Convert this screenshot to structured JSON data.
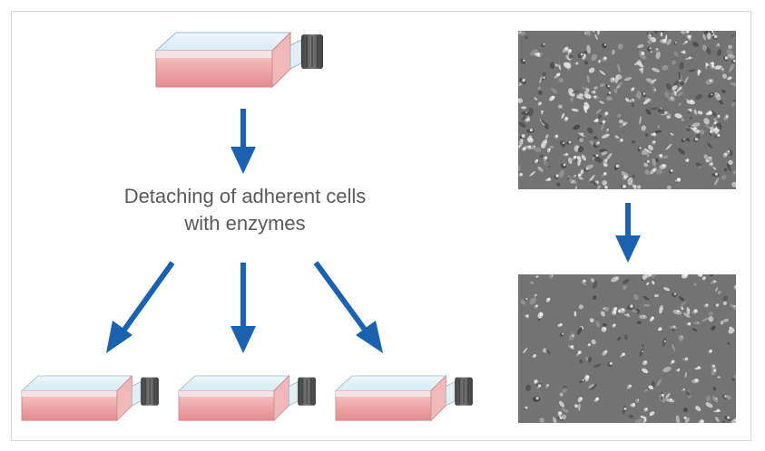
{
  "caption": {
    "line1": "Detaching of adherent cells",
    "line2": "with enzymes"
  },
  "colors": {
    "arrow": "#1a62b0",
    "flask_medium": "#e58a8c",
    "flask_medium_light": "#f7cfcf",
    "flask_body": "#e3f0f8",
    "flask_cap": "#555555",
    "caption_text": "#5a5a5a",
    "frame_border": "#d6d6d6"
  },
  "icons": {
    "source_flask": "culture-flask-icon",
    "passaged_flasks": [
      "culture-flask-icon",
      "culture-flask-icon",
      "culture-flask-icon"
    ],
    "arrows": [
      "arrow-down-icon",
      "arrow-down-left-icon",
      "arrow-down-icon",
      "arrow-down-right-icon",
      "arrow-down-icon"
    ]
  },
  "micrographs": {
    "before": {
      "cell_density": 0.85
    },
    "after": {
      "cell_density": 0.45
    }
  }
}
